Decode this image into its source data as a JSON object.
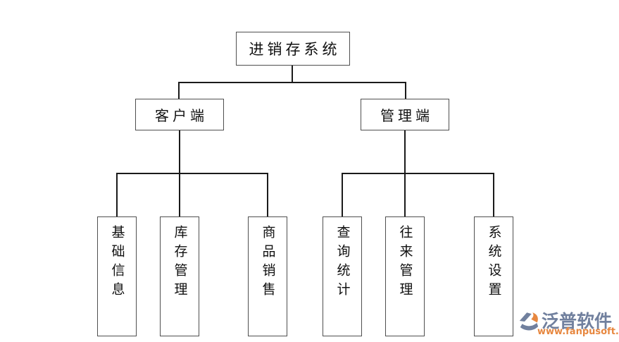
{
  "diagram": {
    "root_label": "进销存系统",
    "branches": [
      {
        "label": "客户端",
        "children": [
          "基础信息",
          "库存管理",
          "商品销售"
        ]
      },
      {
        "label": "管理端",
        "children": [
          "查询统计",
          "往来管理",
          "系统设置"
        ]
      }
    ]
  },
  "watermark": {
    "brand": "泛普软件",
    "url": "www.fanpusoft.com"
  },
  "colors": {
    "line": "#1a1a1a",
    "box_border": "#4f4f4f",
    "background": "#ffffff",
    "brand_blue": "#71809e",
    "brand_orange": "#e7873f"
  }
}
